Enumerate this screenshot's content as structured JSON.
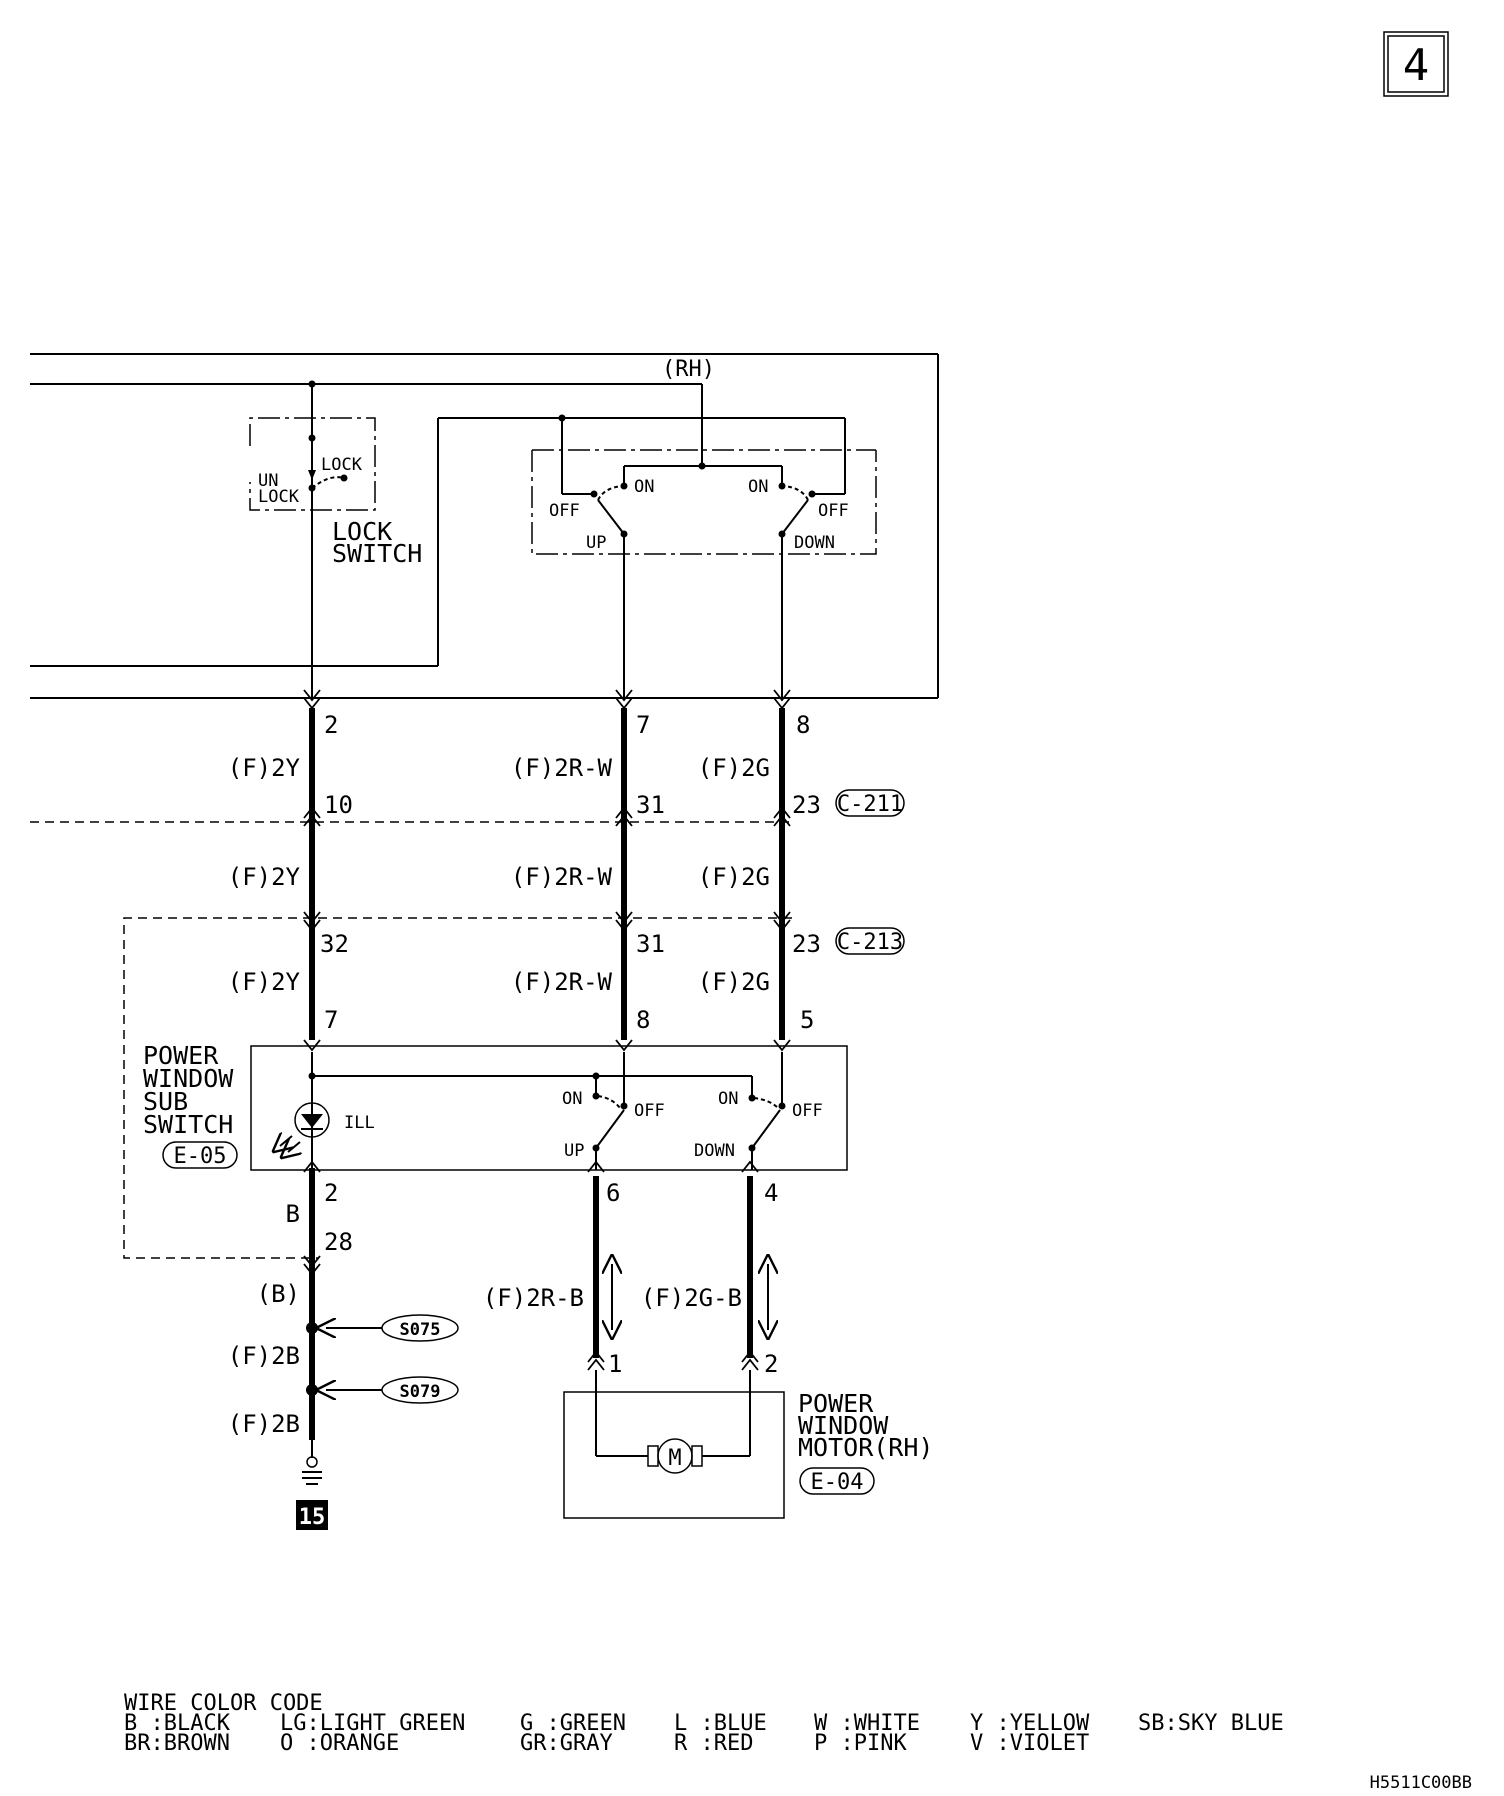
{
  "page_number": "4",
  "figure_code": "H5511C00BB",
  "labels": {
    "rh": "(RH)",
    "lock": "LOCK",
    "unlock_1": "UN",
    "unlock_2": "LOCK",
    "lock_switch_1": "LOCK",
    "lock_switch_2": "SWITCH",
    "on": "ON",
    "off": "OFF",
    "up": "UP",
    "down": "DOWN",
    "ill": "ILL",
    "sub_switch_1": "POWER",
    "sub_switch_2": "WINDOW",
    "sub_switch_3": "SUB",
    "sub_switch_4": "SWITCH",
    "sub_switch_conn": "E-05",
    "motor_1": "POWER",
    "motor_2": "WINDOW",
    "motor_3": "MOTOR(RH)",
    "motor_conn": "E-04",
    "motor_symbol": "M",
    "ground_ref": "15"
  },
  "connectors": {
    "c211": "C-211",
    "c213": "C-213"
  },
  "splices": {
    "s075": "S075",
    "s079": "S079"
  },
  "pins": {
    "col1": [
      "2",
      "10",
      "32",
      "7",
      "2",
      "28"
    ],
    "col2": [
      "7",
      "31",
      "31",
      "8"
    ],
    "col3": [
      "8",
      "23",
      "23",
      "5"
    ],
    "sub_out": [
      "6",
      "4"
    ],
    "motor_in": [
      "1",
      "2"
    ]
  },
  "wires": {
    "y": "(F)2Y",
    "rw": "(F)2R-W",
    "g": "(F)2G",
    "b": "B",
    "b_paren": "(B)",
    "fb": "(F)2B",
    "rb": "(F)2R-B",
    "gb": "(F)2G-B"
  },
  "legend": {
    "title": "WIRE COLOR CODE",
    "row1": [
      "B :BLACK",
      "LG:LIGHT GREEN",
      "G :GREEN",
      "L :BLUE",
      "W :WHITE",
      "Y :YELLOW",
      "SB:SKY BLUE"
    ],
    "row2": [
      "BR:BROWN",
      "O :ORANGE",
      "GR:GRAY",
      "R :RED",
      "P :PINK",
      "V :VIOLET"
    ]
  }
}
